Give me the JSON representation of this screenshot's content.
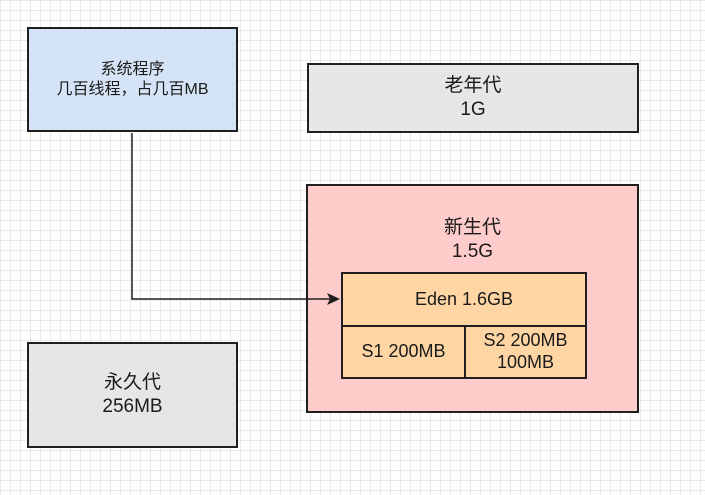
{
  "boxes": {
    "system": {
      "line1": "系统程序",
      "line2": "几百线程，占几百MB"
    },
    "old_gen": {
      "line1": "老年代",
      "line2": "1G"
    },
    "perm_gen": {
      "line1": "永久代",
      "line2": "256MB"
    },
    "young_gen": {
      "line1": "新生代",
      "line2": "1.5G"
    },
    "eden": {
      "label": "Eden 1.6GB"
    },
    "s1": {
      "label": "S1 200MB"
    },
    "s2": {
      "line1": "S2 200MB",
      "line2": "100MB"
    }
  },
  "colors": {
    "system_fill": "#d5e3f6",
    "gray_fill": "#e6e6e6",
    "young_fill": "#ffcccc",
    "region_fill": "#ffd6a3",
    "stroke": "#1f1f1f"
  }
}
